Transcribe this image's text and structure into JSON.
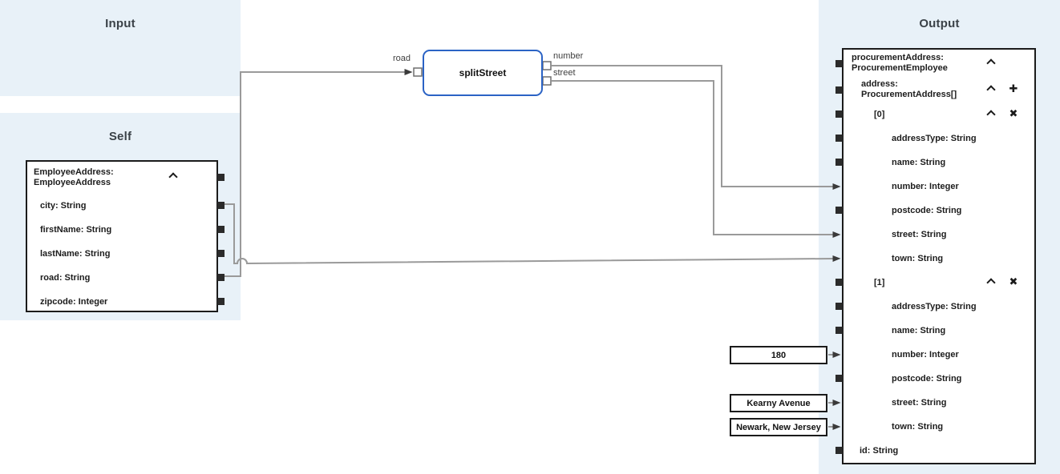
{
  "panels": {
    "input": {
      "title": "Input"
    },
    "self": {
      "title": "Self"
    },
    "output": {
      "title": "Output"
    }
  },
  "self_tree": {
    "header": {
      "line1": "EmployeeAddress:",
      "line2": "EmployeeAddress"
    },
    "fields": [
      {
        "label": "city: String"
      },
      {
        "label": "firstName: String"
      },
      {
        "label": "lastName: String"
      },
      {
        "label": "road: String"
      },
      {
        "label": "zipcode: Integer"
      }
    ]
  },
  "function_node": {
    "name": "splitStreet",
    "input_port": "road",
    "output_ports": [
      "number",
      "street"
    ]
  },
  "constants": [
    "180",
    "Kearny Avenue",
    "Newark, New Jersey"
  ],
  "output_tree": {
    "root": {
      "line1": "procurementAddress:",
      "line2": "ProcurementEmployee"
    },
    "address": {
      "line1": "address:",
      "line2": "ProcurementAddress[]"
    },
    "item0": {
      "label": "[0]",
      "fields": [
        "addressType: String",
        "name: String",
        "number: Integer",
        "postcode: String",
        "street: String",
        "town: String"
      ]
    },
    "item1": {
      "label": "[1]",
      "fields": [
        "addressType: String",
        "name: String",
        "number: Integer",
        "postcode: String",
        "street: String",
        "town: String"
      ]
    },
    "id_field": "id: String"
  },
  "connections": [
    {
      "from": "Self.EmployeeAddress.road",
      "to": "splitStreet.road"
    },
    {
      "from": "splitStreet.number",
      "to": "Output.address[0].number"
    },
    {
      "from": "splitStreet.street",
      "to": "Output.address[0].street"
    },
    {
      "from": "Self.EmployeeAddress.city",
      "to": "Output.address[0].town"
    },
    {
      "from": "constant:180",
      "to": "Output.address[1].number"
    },
    {
      "from": "constant:Kearny Avenue",
      "to": "Output.address[1].street"
    },
    {
      "from": "constant:Newark, New Jersey",
      "to": "Output.address[1].town"
    }
  ],
  "icons": {
    "collapse": "chevron-up-icon",
    "add": "plus-icon",
    "delete": "x-icon"
  },
  "colors": {
    "panel_bg": "#e8f1f8",
    "function_border": "#2b63c5",
    "wire": "#9a9a9a",
    "arrowhead": "#3a3a3a",
    "connector": "#2b2b2b",
    "box_border": "#1b1b1b",
    "title_text": "#3b4248"
  }
}
